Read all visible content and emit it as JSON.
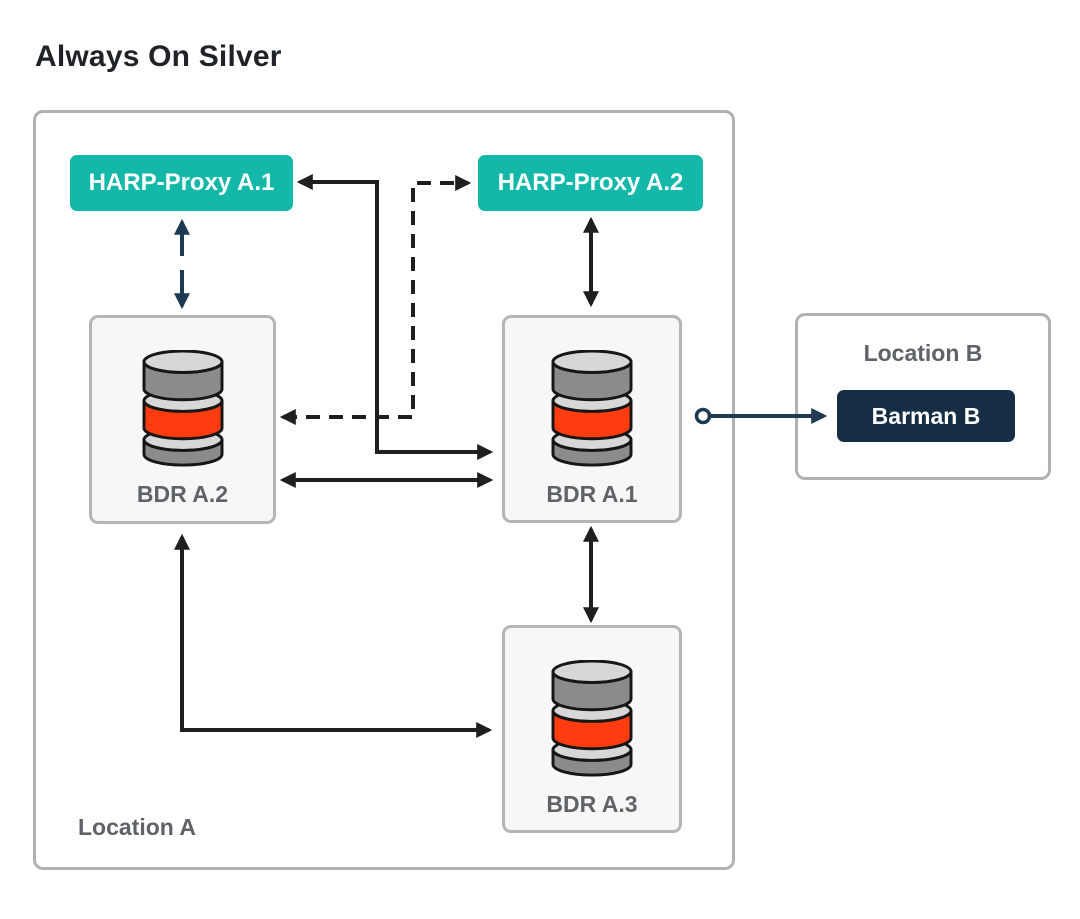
{
  "title": "Always On Silver",
  "colors": {
    "teal_accent": "#14b8a9",
    "navy_arrow": "#1d3a52",
    "barman_navy": "#152e44",
    "db_orange_band": "#ff3c0f",
    "db_gray_band": "#8b8b8b",
    "db_light_band": "#d7d7d7",
    "arrow_black": "#1f1f1f",
    "region_border_gray": "#b1b1b1",
    "node_fill_gray": "#f7f7f7",
    "label_gray": "#5f6368",
    "title_color": "#1f2328"
  },
  "location_a": {
    "label": "Location A",
    "harp_proxies": [
      {
        "label": "HARP-Proxy A.1"
      },
      {
        "label": "HARP-Proxy A.2"
      }
    ],
    "bdr_nodes": [
      {
        "label": "BDR A.2"
      },
      {
        "label": "BDR A.1"
      },
      {
        "label": "BDR A.3"
      }
    ]
  },
  "location_b": {
    "label": "Location B",
    "barman_label": "Barman B"
  },
  "connectors": [
    {
      "from": "HARP-Proxy A.1",
      "to": "BDR A.2",
      "style": "dashed",
      "color": "navy",
      "arrowheads": "both"
    },
    {
      "from": "HARP-Proxy A.2",
      "to": "BDR A.1",
      "style": "solid",
      "color": "black",
      "arrowheads": "both"
    },
    {
      "from": "HARP-Proxy A.1",
      "to": "BDR A.1",
      "style": "solid",
      "color": "black",
      "arrowheads": "both"
    },
    {
      "from": "HARP-Proxy A.2",
      "to": "BDR A.2",
      "style": "dashed",
      "color": "black",
      "arrowheads": "both"
    },
    {
      "from": "BDR A.2",
      "to": "BDR A.1",
      "style": "solid",
      "color": "black",
      "arrowheads": "both"
    },
    {
      "from": "BDR A.1",
      "to": "BDR A.3",
      "style": "solid",
      "color": "black",
      "arrowheads": "both"
    },
    {
      "from": "BDR A.2",
      "to": "BDR A.3",
      "style": "solid",
      "color": "black",
      "arrowheads": "both"
    },
    {
      "from": "BDR A.1",
      "to": "Barman B",
      "style": "solid",
      "color": "navy",
      "arrowheads": "end",
      "source_decoration": "circle"
    }
  ]
}
